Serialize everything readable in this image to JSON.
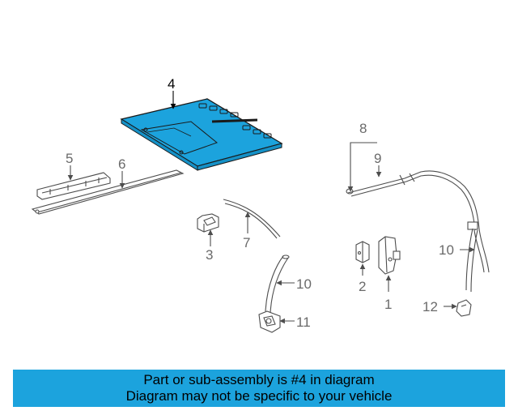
{
  "colors": {
    "highlight": "#1ca3dd",
    "outline": "#4d4d4d",
    "banner": "#1ca3dd"
  },
  "callouts": {
    "c1": "1",
    "c2": "2",
    "c3": "3",
    "c4": "4",
    "c5": "5",
    "c6": "6",
    "c7": "7",
    "c8": "8",
    "c9": "9",
    "c10a": "10",
    "c10b": "10",
    "c11": "11",
    "c12": "12"
  },
  "highlighted_part": "4",
  "banner": {
    "line1": "Part or sub-assembly is #4 in diagram",
    "line2": "Diagram may not be specific to your vehicle"
  }
}
